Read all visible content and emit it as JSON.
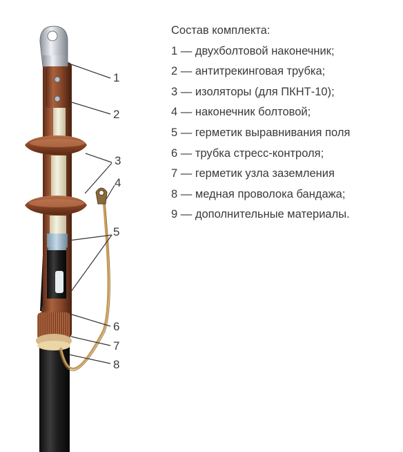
{
  "legend": {
    "title": "Состав комплекта:",
    "items": [
      {
        "number": "1",
        "text": "1 — двухболтовой наконечник;"
      },
      {
        "number": "2",
        "text": "2 — антитрекинговая трубка;"
      },
      {
        "number": "3",
        "text": "3 — изоляторы (для ПКНТ-10);"
      },
      {
        "number": "4",
        "text": "4 — наконечник болтовой;"
      },
      {
        "number": "5",
        "text": "5 — герметик выравнивания поля"
      },
      {
        "number": "6",
        "text": "6 — трубка стресс-контроля;"
      },
      {
        "number": "7",
        "text": "7 — герметик узла заземления"
      },
      {
        "number": "8",
        "text": "8 — медная проволока бандажа;"
      },
      {
        "number": "9",
        "text": "9 — дополнительные материалы."
      }
    ]
  },
  "callouts": [
    "1",
    "2",
    "3",
    "4",
    "5",
    "6",
    "7",
    "8"
  ],
  "colors": {
    "text": "#3a3a3a",
    "sleeve_brown": "#8a4a2c",
    "cable_black": "#1c1c1c",
    "insulation_cream": "#ece7cf",
    "sealant_blue": "#aac3d3",
    "lug_metal": "#c8ccd4",
    "copper_wire": "#c79b58"
  }
}
